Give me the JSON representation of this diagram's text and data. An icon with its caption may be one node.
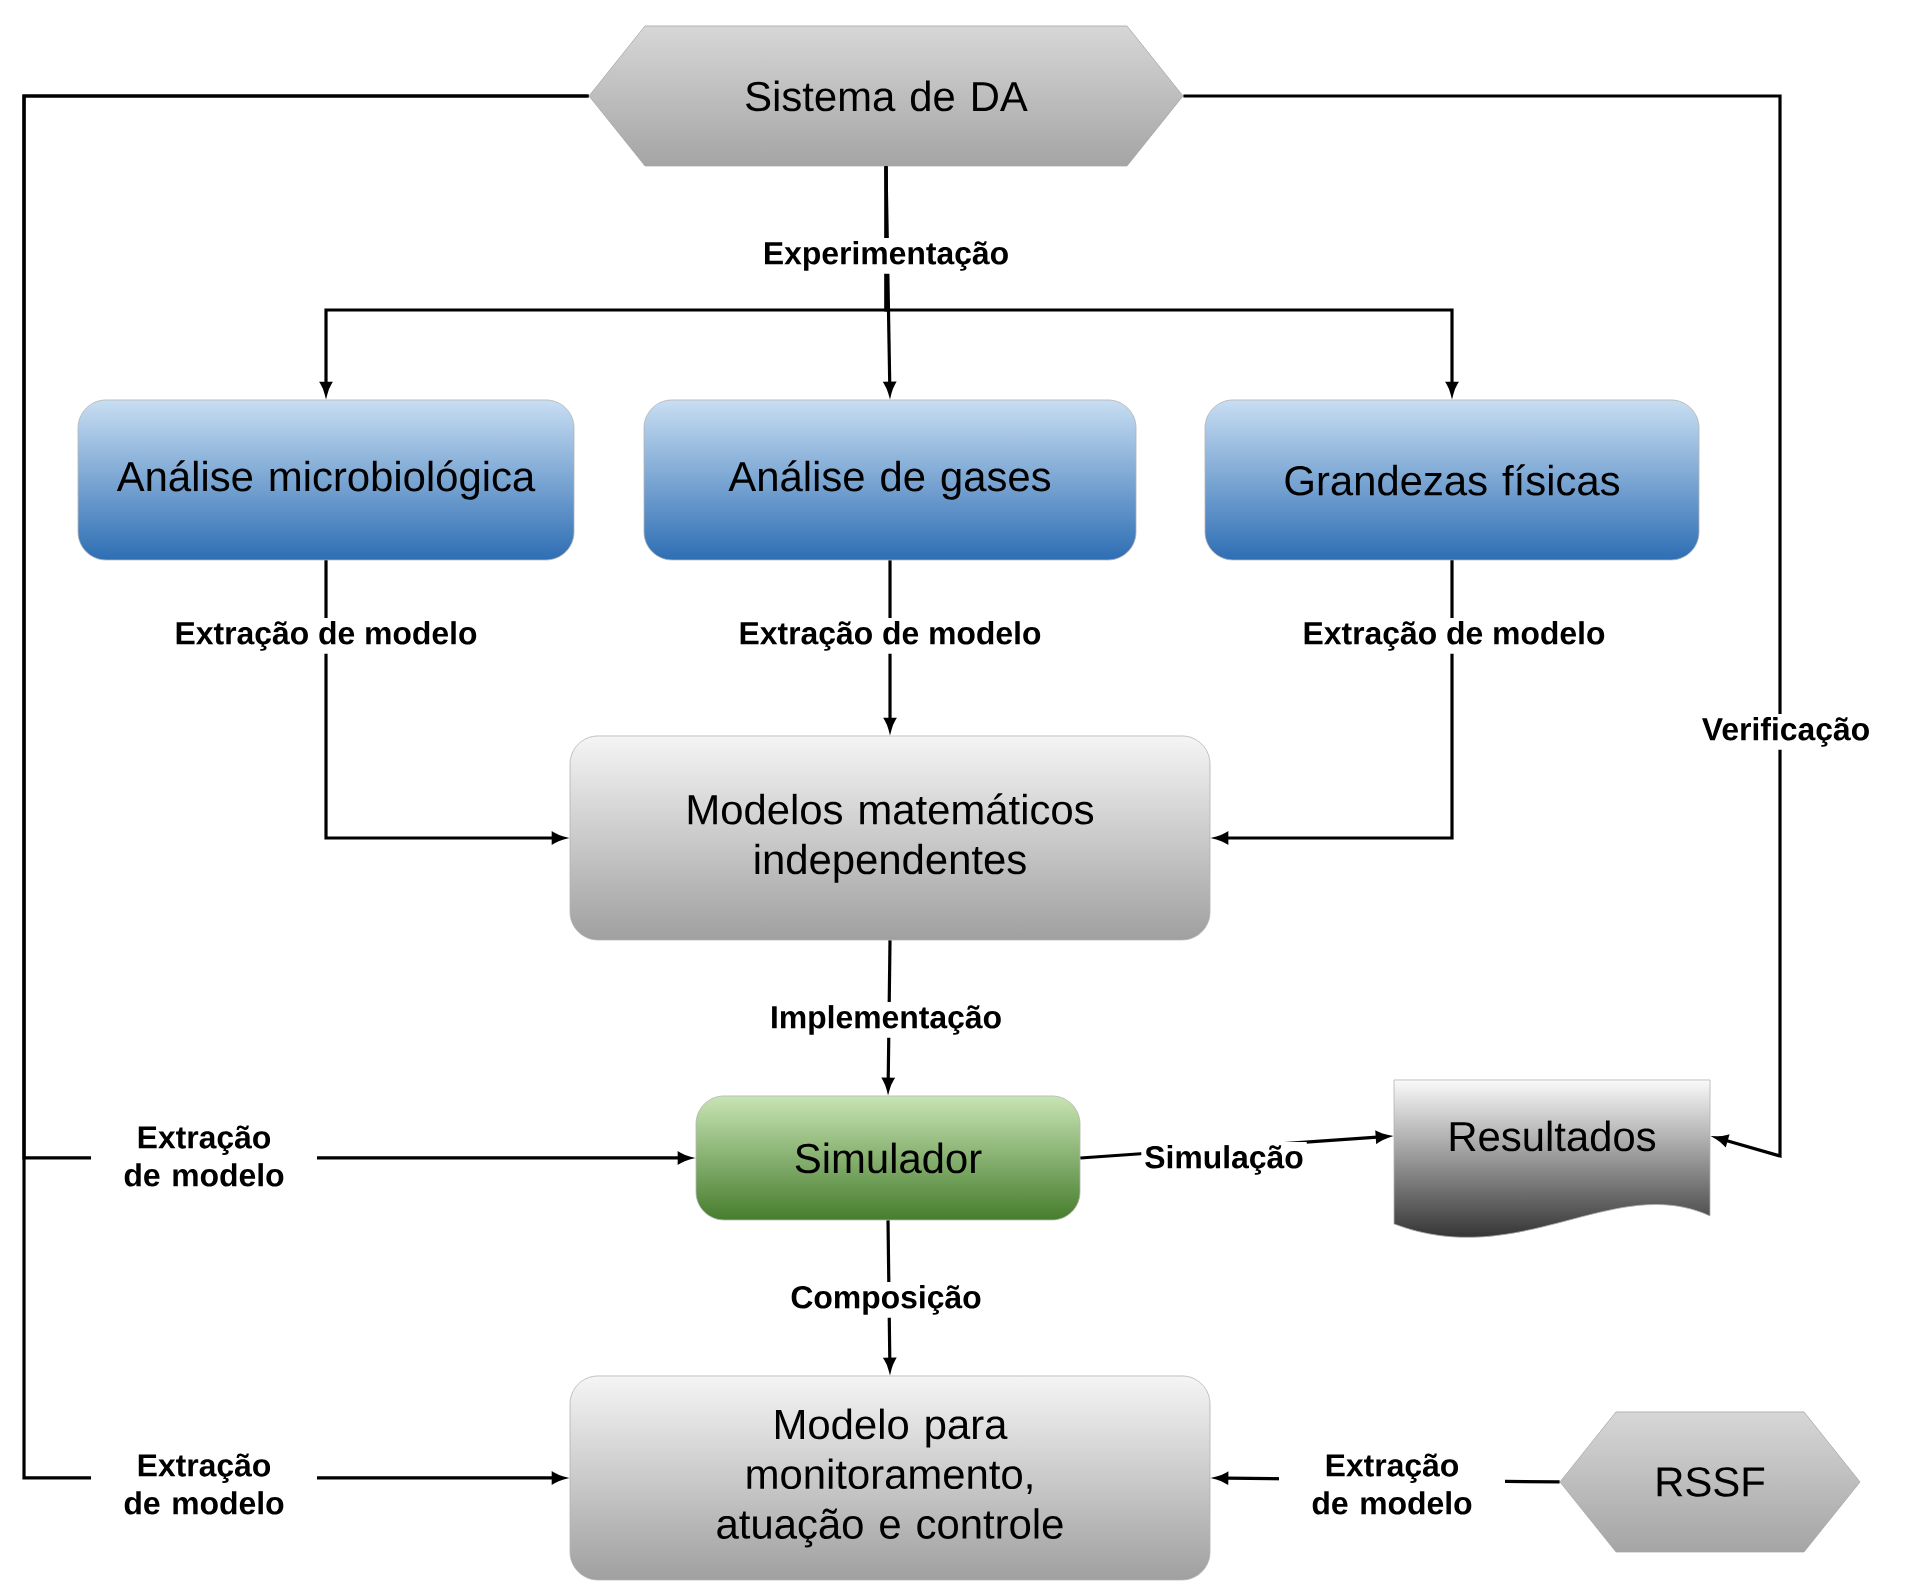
{
  "diagram": {
    "nodes": [
      {
        "text": [
          "Sistema de DA"
        ]
      },
      {
        "text": [
          "Análise microbiológica"
        ]
      },
      {
        "text": [
          "Análise de gases"
        ]
      },
      {
        "text": [
          "Grandezas físicas"
        ]
      },
      {
        "text": [
          "Modelos matemáticos independentes"
        ]
      },
      {
        "text": [
          "Simulador"
        ]
      },
      {
        "text": [
          "Resultados"
        ]
      },
      {
        "text": [
          "Modelo para monitoramento, atuação e controle"
        ]
      },
      {
        "text": [
          "RSSF"
        ]
      }
    ],
    "edges": [
      {
        "from": 0,
        "to": 1,
        "arrow": "to"
      },
      {
        "from": 0,
        "to": 2,
        "arrow": "to",
        "label": "Experimentação"
      },
      {
        "from": 0,
        "to": 3,
        "arrow": "to"
      },
      {
        "from": 1,
        "to": 4,
        "arrow": "to",
        "label": "Extração de modelo"
      },
      {
        "from": 2,
        "to": 4,
        "arrow": "to",
        "label": "Extração de modelo"
      },
      {
        "from": 3,
        "to": 4,
        "arrow": "to",
        "label": "Extração de modelo"
      },
      {
        "from": 4,
        "to": 5,
        "arrow": "to",
        "label": "Implementação"
      },
      {
        "from": 0,
        "to": 5,
        "arrow": "to",
        "label": "Extração de modelo"
      },
      {
        "from": 5,
        "to": 6,
        "arrow": "to",
        "label": "Simulação"
      },
      {
        "from": 0,
        "to": 6,
        "arrow": "to",
        "label": "Verificação"
      },
      {
        "from": 5,
        "to": 7,
        "arrow": "to",
        "label": "Composição"
      },
      {
        "from": 0,
        "to": 7,
        "arrow": "to",
        "label": "Extração de modelo"
      },
      {
        "from": 8,
        "to": 7,
        "arrow": "to",
        "label": "Extração de modelo"
      }
    ]
  }
}
